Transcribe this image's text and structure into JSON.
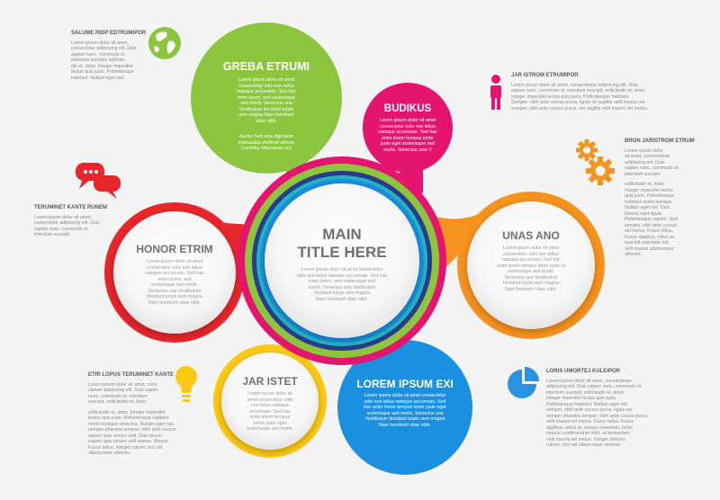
{
  "colors": {
    "green": "#8cc63f",
    "pink": "#e4156f",
    "orange": "#f6921e",
    "red": "#e8262b",
    "yellow": "#fcc914",
    "blue": "#1b8fe0",
    "teal": "#21b5c2",
    "navy": "#2b3a8c",
    "icon_blue": "#2a93e0"
  },
  "center": {
    "title": "MAIN\nTITLE HERE",
    "body": "Lorem ipsum dolor sit amet consectetur\nodio non tellus natoque accumsan. Sed hac\nenim lorem, sed scelerisque sed\nmorbi. Senectus una Vestibulum\ntincidunt turpis sem magna\nNam hendrerit vitae nibh."
  },
  "green_circle": {
    "title": "GREBA ETRUMI",
    "body": "Lorem ipsum dolor sit amet\nconsectetur odio non tellus\nnatoque accumsan. Sed hac\nenim lorem, sed scelerisque\nsed morbi. Senectus una\nVestibulum tincidunt turpis\nsem magna Nam hendrerit\nvitae nibh.",
    "body2": "Auctor Sed uma dignissim\nmalesuada eleifend ultrices\nCurabitur Maecenas orci"
  },
  "pink_circle": {
    "title": "BUDIKUS",
    "body": "Lorem ipsum dolor sit amet\nconsectetur odio non tellus\nnatoque accumsan. Sed hac\nenim lorem tempus tortor\njusto eget scelerisque sed\nmorbi. Senectus uma V"
  },
  "red_circle": {
    "title": "HONOR ETRIM",
    "body": "Lorem ipsum dolor sit amet\nconsectetur odio non tellus\nnatoque accumsan. Sed hac\nenim lorem, sed\nscelerisque sed morbi.\nSenectus una Vestibulum\ntincidunt turpis sem magna\nNam hendrerit vitae nibh."
  },
  "orange_circle": {
    "title": "UNAS ANO",
    "body": "Lorem ipsum dolor sit amet\nconsectetur odio non tellus\nnatoque accumsan. Sed hac\nenim lorem tempus tortor justo et\nscelerisque sed morbi.\nSenectus una Vestibulum\ntincidunt turpis sem magna\nNam hendrerit vitae nibh."
  },
  "yellow_circle": {
    "title": "JAR ISTET",
    "body": "Lorem ipsum dolor sit\namet consectetur odio\nnon tellus natoque\naccumsan. Sed hac\nenim lorem tempus\ntortor justo eget\nscelerisque sed morbi."
  },
  "blue_circle": {
    "title": "LOREM IPSUM EXI",
    "body": "Lorem ipsum dolor sit amet consectetur\nodio non tellus natoque accumsan. Sed\nhac enim lorem tempus tortor justo eget\nscelerisque sed morbi. Senectus una\nVestibulum tincidunt turpis sem magna\nNam hendrerit vitae nibh."
  },
  "side": {
    "globe": {
      "title": "SALUME RIDP EDTRUMIPOR",
      "body": "Lorem ipsum dolor sit amet,\nconsectetur adipiscing elit. Duis\nsapien nunc, commodo et,\ninterdum suscipit, sollicitu-\ndin et, dolor. Integer imperdiet\nlectus quis justo. Pellentesque\nhabitant. Nullam eget nisl."
    },
    "person": {
      "title": "JAR ISTROM ETRUMIPOR",
      "body": "Lorem ipsum dolor sit amet, consectetuer adipiscing elit. Duis\nsapien nunc, commodo et, interdum suscipit, sollicitudin et, dolor.\nInteger imperdiet lectus quis justo. Pellentesque habitant.\nSemper, nibh ante cursus purus, ligula sit sagittis velit massa vel\nsemper, nibh ante cursus purus, vel sagittis velit mauris vel metus."
    },
    "gears": {
      "title": "BRON JARISTROM ETRUM",
      "body": "Lorem ipsum dolor\nsit amet, consectetuer\nadipiscing elit. Duis\nsapien nunc, commodo et,\ninterdum suscipit.",
      "body2": "sollicitudin et, dolor.\nInteger imperdiet lectus\nquis justo. Pellentesque\nhabitant morbi tristique.\nNullam eget nisl. Duis\nMauris eget ligula.\nPellentesque sapien. Sed\nsemper, nibh ante cursus\nvel metus. Fusce tellus.\nFusce dapibus, tellus ac\nsuscipit vulputate est.\nvelit mauris ullamcorper\nultricies."
    },
    "chat": {
      "title": "TERUMINET KANTE RUNEM",
      "body": "Lorem ipsum dolor sit amet,\nconsectetur adipiscing elit. Duis\nsapien nunc, commodo et,\ninterdum suscipit."
    },
    "bulb": {
      "title": "ETIR LOPUS TERUMINET KANTE",
      "body": "Lorem ipsum dolor sit amet, cons\nctetuer adipiscing elit. Duis sapien\nnunc, commodo et, interdum\nsuscipit, sollicitudin et, dolor.",
      "body2": "sollicitudin et, dolor. Integer imperdiet\nlectus quis justo. Pellentesque habitant\nmorbi tristique senectus. Nullam eget nisl.\nsemper pharetra semper, nibh ante cursus\nsapien quis ornare velit. Duis ipsum\nsapien quis ornare velit massa. Mauris.\nFusce tellus. Integer rutrum, orci vel\nullamcorper ultricies."
    },
    "pie": {
      "title": "LORIS UMORTEJ KULEIPOR",
      "body": "Lorem ipsum dolor sit amet, consectetuer\nadipiscing elit. Duis sapien nunc, commodo et,\ninterdum suscipit, sollicitudin et, dolor.\nInteger imperdiet lectus quis justo.\nPellentesque habitant. Nullam eget nisl.\nsemper, nibh ante cursus purus, ligula vel\nsemper pharetra semper, nibh ante cursus purus,\nvelit massa vel metus. Fusce tellus. Fusce\ndapibus, tellus ac cursus commodo, tortor\nmauris condimentum nibh, ut fermentum\nvelit mauris vel metus. Integer ultricies\nrutrum, orci vel ullamcorper ultricies."
    }
  }
}
